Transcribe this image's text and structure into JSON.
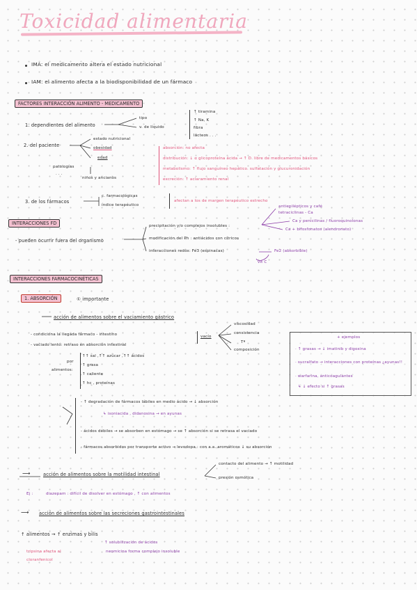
{
  "title": "Toxicidad alimentaria",
  "intro": {
    "ima": "IMA: el medicamento altera el estado nutricional",
    "iam": "IAM: el alimento afecta a la biodisponibilidad de un fármaco"
  },
  "factores": {
    "header": "FACTORES INTERACCIÓN ALIMENTO - MEDICAMENTO",
    "dep_alimento": "1. dependientes del alimento",
    "tipo": "tipo",
    "v_liquido": "v. de líquido",
    "tiramina": "↑ tiramina",
    "na_k": "↑ Na, K",
    "fibra": "fibra",
    "lacteos": "lácteos . . .",
    "paciente": "2. del paciente",
    "estado": "estado nutricional",
    "obesidad": "obesidad",
    "edad": "edad",
    "patologias": "patologías",
    "dots": ". . .",
    "ninos": "niños y ancianos",
    "absorcion": "absorción: no afecta",
    "distribucion": "distribución: ↓ α glicoproteína ácida → ↑ D. libre de medicamentos básicos",
    "metabolismo": "metabolismo: ↑ flujo sanguíneo hepático. sulfatación y glucuronidación",
    "excrecion": "excreción: ↑ aclaramiento renal",
    "farmacos": "3. de los fármacos",
    "c_farmaco": "c. farmacológicas",
    "indice": "índice terapéutico",
    "afectan": "afectan a los de margen terapéutico estrecho"
  },
  "fd": {
    "header": "INTERACCIONES FD",
    "pueden": "- pueden ocurrir fuera del organismo",
    "precipitacion": "precipitación y/o complejos insolubles :",
    "anti": "antiepilépticos y café",
    "tetra": "tetraciclinas - Ca",
    "ca_peni": "Ca y penicilinas / fluoroquinolonas",
    "ca_bifos": "Ca + bifosfonatos (alendronato)",
    "ph": "modificación del Ph : antiácidos con cítricos",
    "redox": "interacciones redox: Fe3 (espinacas)",
    "fe2": "Fe2 (absorbible)",
    "vitc": "vit C"
  },
  "fc": {
    "header": "INTERACCIONES FARMACOCINÉTICAS",
    "absorcion": "1. ABSORCIÓN",
    "importante": "① importante",
    "accion_vac": "acción de alimentos sobre el vaciamiento gástrico",
    "cond": "- condiciona la llegada fármaco - intestino",
    "vaciado": "- vaciado lento: retraso en absorción intestinal",
    "por": "por",
    "alimentos": "alimentos:",
    "sal": "↑↑ sal ,↑↑ azúcar ,↑↑ ácidos",
    "grasa": "↑ grasa",
    "caliente": "↑ caliente",
    "hc": "↑ hc , proteínas",
    "vacio": "vacío",
    "viscosidad": "viscosidad",
    "consistencia": "consistencia",
    "temp": "Tª",
    "composicion": "composición",
    "degr": "- ↑ degradación de fármacos lábiles en medio ácido → ↓ absorción",
    "isoniacida": "↳ isoniacida , didanosina → en ayunas",
    "acidos": "- ácidos débiles → se absorben en estómago → se ↑ absorción si se retrasa el vaciado",
    "transporte": "- fármacos absorbidos por transporte activo → levodopa : con a.a. aromáticos ↓ su absorción",
    "ejemplos": "+ ejemplos",
    "ej1": "· ↑ grasas → ↓ imatinib y digoxina",
    "ej2": "· sucralfato → interacciones con proteínas ¿ayunas!!",
    "ej3": "· warfarina, anticoagulantes",
    "ej4": "↳ ↓ efecto si ↑ grasas",
    "accion_mot": "acción de alimentos sobre la motilidad intestinal",
    "contacto": "contacto del alimento → ↑ motilidad",
    "presion": "presión osmótica",
    "ej_label": "Ej :",
    "ej_diaz": "diazepam : difícil de disolver en estómago , ↑ con alimentos",
    "accion_sec": "acción de alimentos sobre las secreciones gastrointestinales",
    "alimentos_sec": "↑ alimentos → ↑ enzimas y bilis",
    "tripsina": "tripsina afecta al cloranfenicol",
    "solub": "↑ solubilización de ácidos",
    "neomicina": "neomicina forma complejo insoluble"
  }
}
